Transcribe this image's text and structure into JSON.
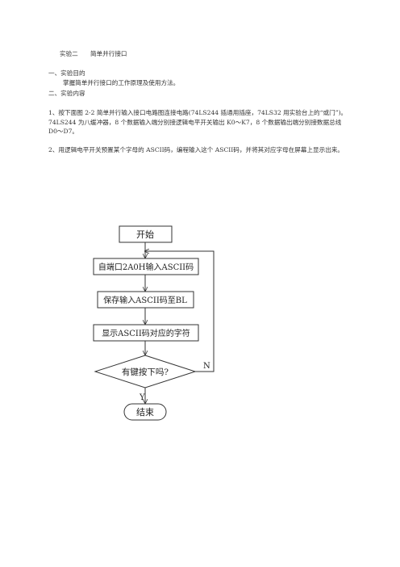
{
  "doc": {
    "title": "实验二　　简单并行接口",
    "section1_heading": "一、实验目的",
    "section1_body": "掌握简单并行接口的工作原理及使用方法。",
    "section2_heading": "二、实验内容",
    "item1": "1、按下面图 2-2 简单并行输入接口电路图连接电路(74LS244 插通用插座，74LS32 用实验台上的“或门”)。74LS244 为八缓冲器，8 个数据输入端分别接逻辑电平开关输出 K0～K7，8 个数据输出端分别接数据总线 D0～D7。",
    "item2": "2、用逻辑电平开关预置某个字母的 ASCII码，编程输入这个 ASCII码，并将其对应字母在屏幕上显示出来。"
  },
  "flowchart": {
    "start": "开始",
    "step1": "自端口2A0H输入ASCII码",
    "step2": "保存输入ASCII码至BL",
    "step3": "显示ASCII码对应的字符",
    "decision": "有键按下吗?",
    "no_label": "N",
    "yes_label": "Y",
    "end": "结束"
  }
}
